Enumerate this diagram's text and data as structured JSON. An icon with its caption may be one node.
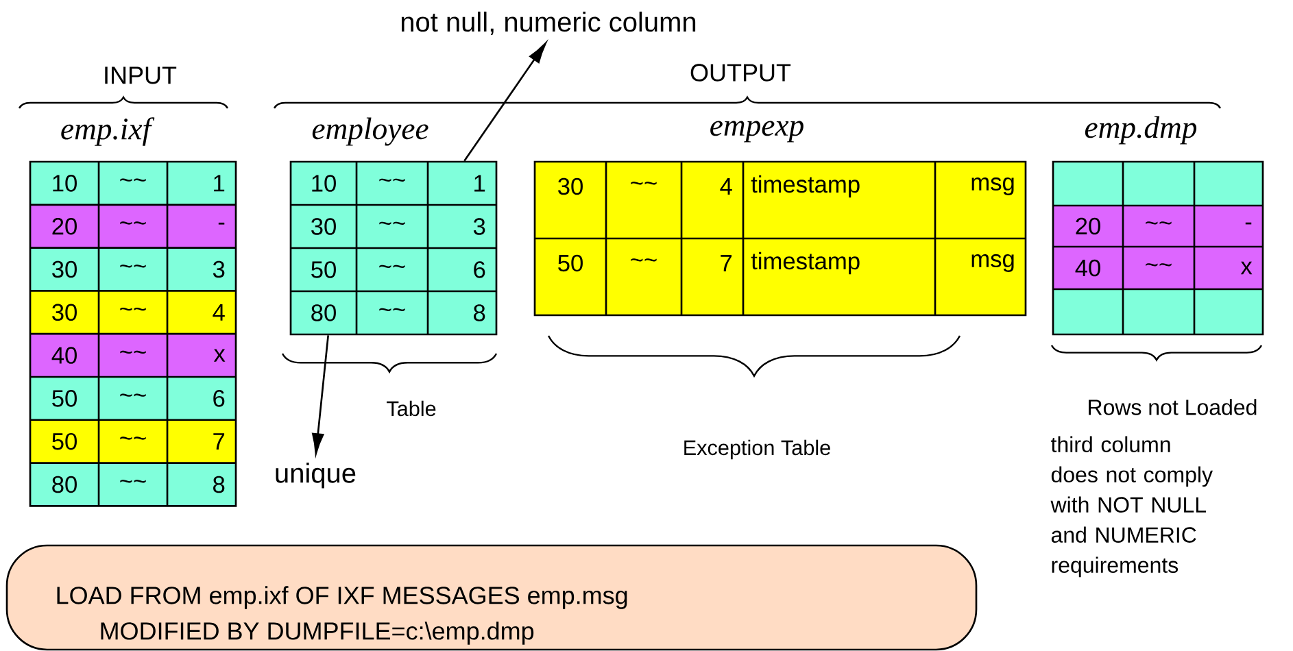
{
  "diagram": {
    "nodes": [
      {
        "text": [
          "not null, numeric column"
        ]
      },
      {
        "text": [
          "emp.ixf",
          "10",
          "~~",
          "1",
          "20",
          "~~",
          "-",
          "30",
          "~~",
          "3",
          "30",
          "~~",
          "4",
          "40",
          "~~",
          "x",
          "50",
          "~~",
          "6",
          "50",
          "~~",
          "7",
          "80",
          "~~",
          "8"
        ]
      },
      {
        "text": [
          "employee",
          "10",
          "~~",
          "1",
          "30",
          "~~",
          "3",
          "50",
          "~~",
          "6",
          "80",
          "~~",
          "8"
        ]
      },
      {
        "text": [
          "empexp",
          "30",
          "~~",
          "4",
          "timestamp",
          "msg",
          "50",
          "~~",
          "7",
          "timestamp",
          "msg"
        ]
      },
      {
        "text": [
          "emp.dmp",
          "20",
          "~~",
          "-",
          "40",
          "~~",
          "x"
        ]
      },
      {
        "text": [
          "unique"
        ]
      },
      {
        "text": [
          "LOAD FROM emp.ixf OF IXF MESSAGES emp.msg",
          "MODIFIED BY DUMPFILE=c:\\emp.dmp"
        ]
      }
    ],
    "edges": [
      {
        "from": 2,
        "to": 0,
        "arrow": "to"
      },
      {
        "from": 2,
        "to": 5,
        "arrow": "to"
      }
    ],
    "labels": [
      "INPUT",
      "OUTPUT",
      "Table",
      "Exception Table",
      "Rows not Loaded",
      "third column does not comply with NOT NULL and NUMERIC requirements"
    ]
  }
}
